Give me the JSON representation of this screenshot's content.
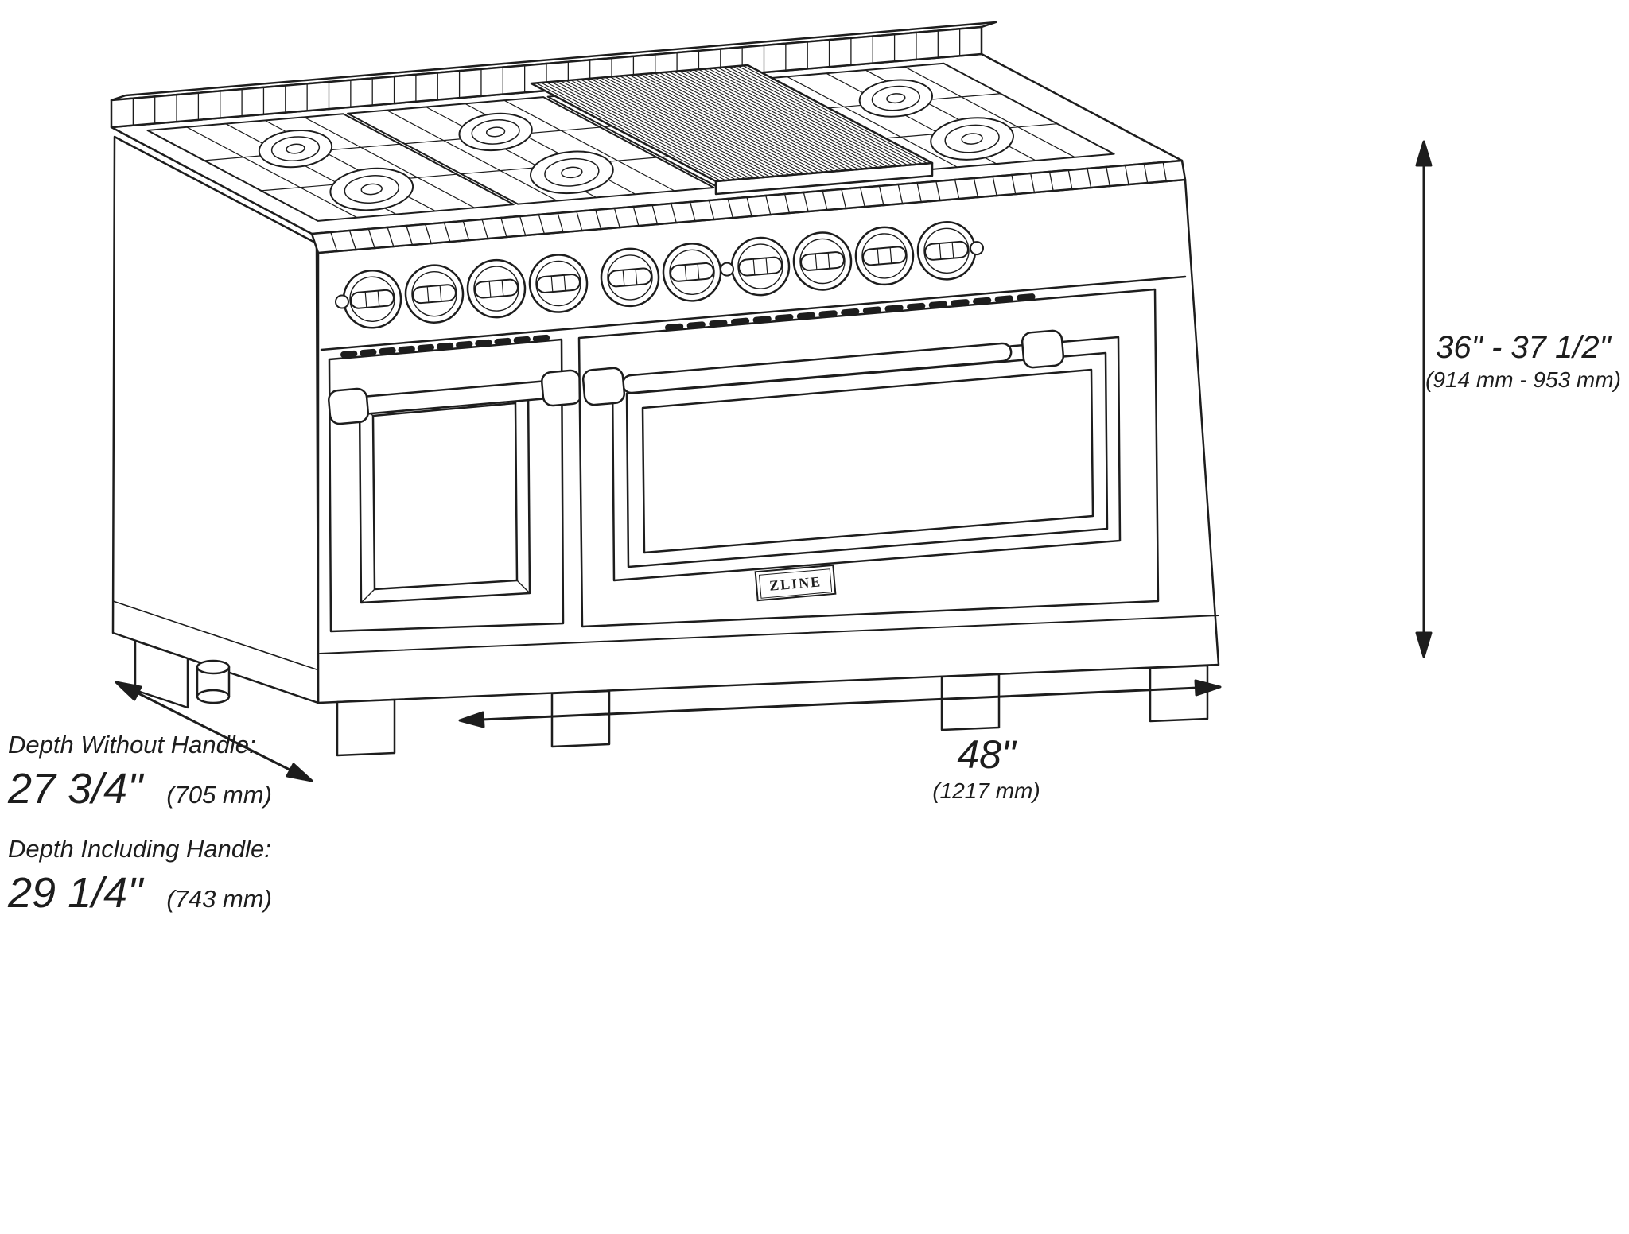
{
  "branding": {
    "badge_text": "ZLINE"
  },
  "dimensions": {
    "height": {
      "value": "36\" - 37 1/2\"",
      "metric": "(914 mm - 953 mm)"
    },
    "width": {
      "value": "48\"",
      "metric": "(1217 mm)"
    },
    "depth_without_handle": {
      "label": "Depth Without Handle:",
      "value": "27 3/4\"",
      "metric": "(705 mm)"
    },
    "depth_including_handle": {
      "label": "Depth Including Handle:",
      "value": "29 1/4\"",
      "metric": "(743 mm)"
    }
  },
  "style": {
    "ink": "#1d1d1d",
    "background": "#ffffff"
  }
}
